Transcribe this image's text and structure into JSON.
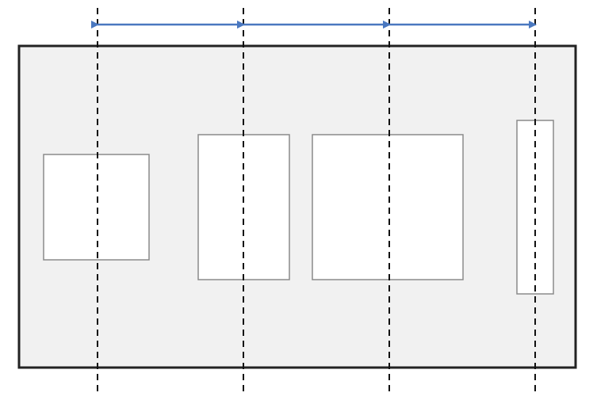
{
  "diagram": {
    "description_visible_text": [],
    "colors": {
      "background": "#ffffff",
      "panel_fill": "#f1f1f1",
      "panel_border": "#222222",
      "box_fill": "#ffffff",
      "box_border": "#8a8a8a",
      "guide_line": "#111111",
      "arrow": "#4a78c0"
    },
    "elements": {
      "panel": {
        "shape": "rectangle"
      },
      "boxes": [
        {
          "shape": "rectangle"
        },
        {
          "shape": "rectangle"
        },
        {
          "shape": "rectangle"
        },
        {
          "shape": "rectangle"
        }
      ],
      "guides": [
        {
          "style": "dashed-vertical"
        },
        {
          "style": "dashed-vertical"
        },
        {
          "style": "dashed-vertical"
        },
        {
          "style": "dashed-vertical"
        }
      ],
      "arrows": [
        {
          "style": "double-headed"
        },
        {
          "style": "double-headed"
        },
        {
          "style": "double-headed"
        }
      ]
    }
  }
}
